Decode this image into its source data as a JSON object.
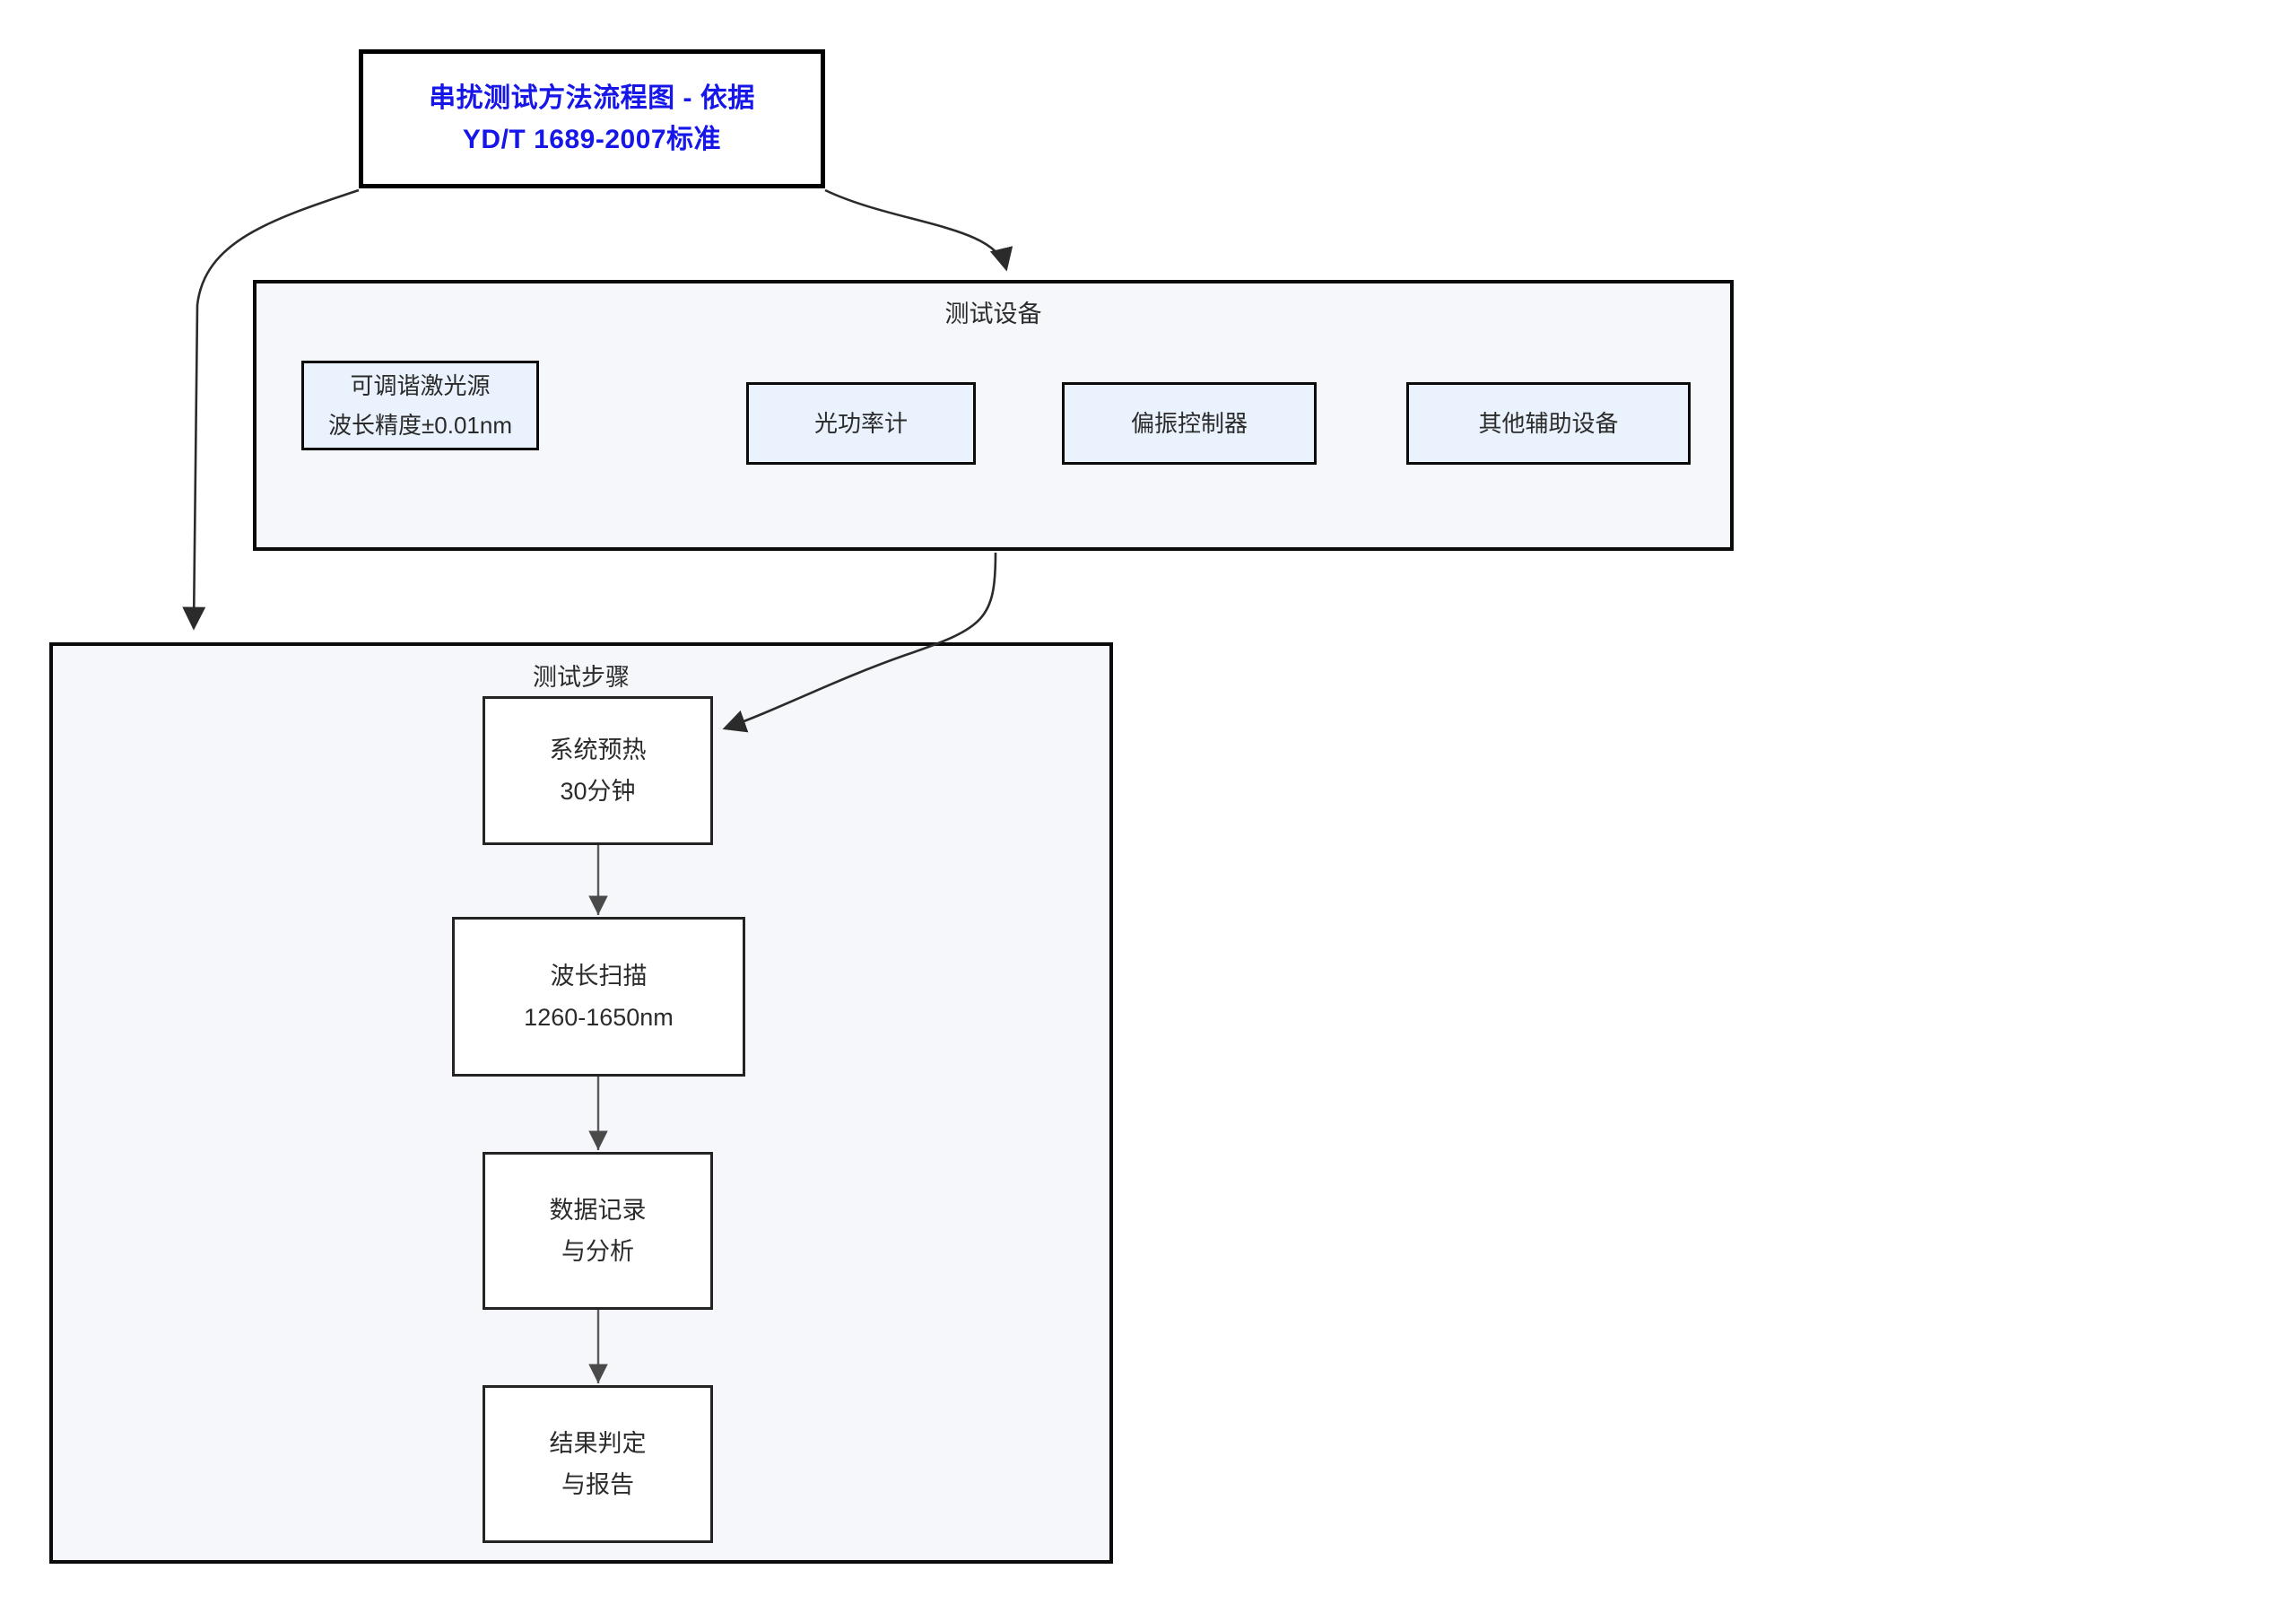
{
  "title_box": {
    "name": "flowchart-title",
    "lines": [
      "串扰测试方法流程图 - 依据",
      "YD/T 1689-2007标准"
    ],
    "text_color": "#1616e8",
    "border_color": "#000000",
    "fill": "#ffffff"
  },
  "equipment_cluster": {
    "label": "测试设备",
    "fill": "#f5f7fa",
    "border_color": "#0b0b0b",
    "boxes": [
      {
        "id": "tunable-laser-source",
        "lines": [
          "可调谐激光源",
          "波长精度±0.01nm"
        ],
        "fill": "#eaf3fd"
      },
      {
        "id": "optical-power-meter",
        "lines": [
          "光功率计"
        ],
        "fill": "#eaf3fd"
      },
      {
        "id": "polarization-controller",
        "lines": [
          "偏振控制器"
        ],
        "fill": "#eaf3fd"
      },
      {
        "id": "other-auxiliary-equipment",
        "lines": [
          "其他辅助设备"
        ],
        "fill": "#eaf3fd"
      }
    ]
  },
  "steps_cluster": {
    "label": "测试步骤",
    "fill": "#f5f7fa",
    "border_color": "#0b0b0b",
    "steps": [
      {
        "id": "system-warmup",
        "lines": [
          "系统预热",
          "30分钟"
        ],
        "fill": "#ffffff"
      },
      {
        "id": "wavelength-scan",
        "lines": [
          "波长扫描",
          "1260-1650nm"
        ],
        "fill": "#ffffff"
      },
      {
        "id": "data-record-analysis",
        "lines": [
          "数据记录",
          "与分析"
        ],
        "fill": "#ffffff"
      },
      {
        "id": "result-judgement-report",
        "lines": [
          "结果判定",
          "与报告"
        ],
        "fill": "#ffffff"
      }
    ]
  },
  "edges": [
    {
      "id": "title-to-equipment",
      "from": "flowchart-title",
      "to": "测试设备",
      "style": "curved-arrow"
    },
    {
      "id": "title-to-steps",
      "from": "flowchart-title",
      "to": "测试步骤",
      "style": "curved-arrow"
    },
    {
      "id": "equipment-to-warmup",
      "from": "测试设备",
      "to": "系统预热",
      "style": "curved-arrow"
    },
    {
      "id": "warmup-to-scan",
      "from": "系统预热",
      "to": "波长扫描",
      "style": "straight-arrow"
    },
    {
      "id": "scan-to-data",
      "from": "波长扫描",
      "to": "数据记录",
      "style": "straight-arrow"
    },
    {
      "id": "data-to-result",
      "from": "数据记录",
      "to": "结果判定",
      "style": "straight-arrow"
    }
  ],
  "colors": {
    "background": "#ffffff",
    "cluster_fill": "#f5f7fa",
    "equipment_fill": "#eaf3fd",
    "step_fill": "#ffffff",
    "edge_stroke": "#2b2b2b",
    "title_accent": "#1616e8"
  }
}
